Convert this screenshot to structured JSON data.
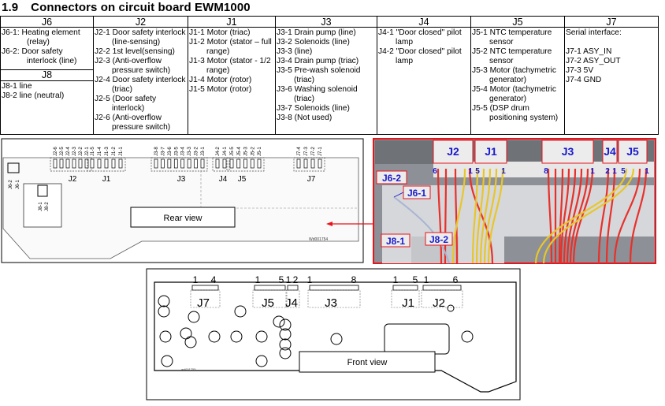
{
  "section": {
    "number": "1.9",
    "title": "Connectors on circuit board EWM1000"
  },
  "table": {
    "columns": [
      {
        "header": "J6",
        "entries": [
          {
            "id": "J6-1:",
            "text": "Heating element (relay)"
          },
          {
            "id": "J6-2:",
            "text": "Door safety interlock (line)"
          }
        ]
      },
      {
        "header": "J2",
        "entries": [
          {
            "id": "J2-1",
            "text": "Door safety interlock (line-sensing)"
          },
          {
            "id": "J2-2",
            "text": "1st level(sensing)"
          },
          {
            "id": "J2-3",
            "text": "(Anti-overflow pressure switch)"
          },
          {
            "id": "J2-4",
            "text": "Door safety interlock (triac)"
          },
          {
            "id": "J2-5",
            "text": "(Door safety interlock)"
          },
          {
            "id": "J2-6",
            "text": "(Anti-overflow pressure switch)"
          }
        ]
      },
      {
        "header": "J1",
        "entries": [
          {
            "id": "J1-1",
            "text": "Motor (triac)"
          },
          {
            "id": "J1-2",
            "text": "Motor (stator – full range)"
          },
          {
            "id": "J1-3",
            "text": "Motor (stator - 1/2 range)"
          },
          {
            "id": "J1-4",
            "text": "Motor (rotor)"
          },
          {
            "id": "J1-5",
            "text": "Motor (rotor)"
          }
        ]
      },
      {
        "header": "J3",
        "entries": [
          {
            "id": "J3-1",
            "text": "Drain pump (line)"
          },
          {
            "id": "J3-2",
            "text": "Solenoids (line)"
          },
          {
            "id": "J3-3",
            "text": "(line)"
          },
          {
            "id": "J3-4",
            "text": "Drain pump (triac)"
          },
          {
            "id": "J3-5",
            "text": "Pre-wash solenoid (triac)"
          },
          {
            "id": "J3-6",
            "text": "Washing solenoid (triac)"
          },
          {
            "id": "J3-7",
            "text": "Solenoids (line)"
          },
          {
            "id": "J3-8",
            "text": "(Not used)"
          }
        ]
      },
      {
        "header": "J4",
        "entries": [
          {
            "id": "J4-1",
            "text": "\"Door closed\" pilot lamp"
          },
          {
            "id": "J4-2",
            "text": "\"Door closed\" pilot lamp"
          }
        ]
      },
      {
        "header": "J5",
        "entries": [
          {
            "id": "J5-1",
            "text": "NTC temperature sensor"
          },
          {
            "id": "J5-2",
            "text": "NTC temperature sensor"
          },
          {
            "id": "J5-3",
            "text": "Motor (tachymetric generator)"
          },
          {
            "id": "J5-4",
            "text": "Motor (tachymetric generator)"
          },
          {
            "id": "J5-5",
            "text": "(DSP drum positioning system)"
          }
        ]
      },
      {
        "header": "J7",
        "intro": "Serial interface:",
        "entries": [
          {
            "id": "J7-1",
            "text": "ASY_IN"
          },
          {
            "id": "J7-2",
            "text": "ASY_OUT"
          },
          {
            "id": "J7-3",
            "text": "5V"
          },
          {
            "id": "J7-4",
            "text": "GND"
          }
        ]
      }
    ],
    "j8": {
      "header": "J8",
      "entries": [
        "J8-1 line",
        "J8-2 line (neutral)"
      ]
    }
  },
  "rear_view": {
    "caption": "Rear view",
    "drawing_id": "Wd001754",
    "pin_labels": {
      "J2": [
        "J2-6",
        "J2-5",
        "J2-4",
        "J2-3",
        "J2-2",
        "J2-1"
      ],
      "J1": [
        "J1-5",
        "J1-4",
        "J1-3",
        "J1-2",
        "J1-1"
      ],
      "J3": [
        "J3-8",
        "J3-7",
        "J3-6",
        "J3-5",
        "J3-4",
        "J3-3",
        "J3-2",
        "J3-1"
      ],
      "J4": [
        "J4-2",
        "J4-1"
      ],
      "J5": [
        "J5-5",
        "J5-4",
        "J5-3",
        "J5-2",
        "J5-1"
      ],
      "J7": [
        "J7-4",
        "J7-3",
        "J7-2",
        "J7-1"
      ],
      "J6": [
        "J6-2",
        "J6-1"
      ],
      "J8": [
        "J8-1",
        "J8-2"
      ]
    },
    "connectors": [
      "J2",
      "J1",
      "J3",
      "J4",
      "J5",
      "J7"
    ]
  },
  "photo": {
    "connector_labels": [
      "J2",
      "J1",
      "J3",
      "J4",
      "J5"
    ],
    "pin_numbers": {
      "J2": [
        "6",
        "1"
      ],
      "J1": [
        "5",
        "1"
      ],
      "J3": [
        "8",
        "1"
      ],
      "J4": [
        "2",
        "1"
      ],
      "J5": [
        "5",
        "1"
      ]
    },
    "callouts": [
      "J6-2",
      "J6-1",
      "J8-1",
      "J8-2"
    ],
    "colors": {
      "frame": "#e8141c",
      "label_text": "#1a1acc",
      "wire_red": "#e8302a",
      "wire_yellow": "#e8c62a"
    }
  },
  "front_view": {
    "caption": "Front view",
    "drawing_id": "wd001755",
    "connectors": [
      "J7",
      "J5",
      "J4",
      "J3",
      "J1",
      "J2"
    ],
    "pin_numbers": [
      "1",
      "4",
      "1",
      "5",
      "1",
      "2",
      "1",
      "8",
      "1",
      "5",
      "1",
      "6"
    ]
  }
}
